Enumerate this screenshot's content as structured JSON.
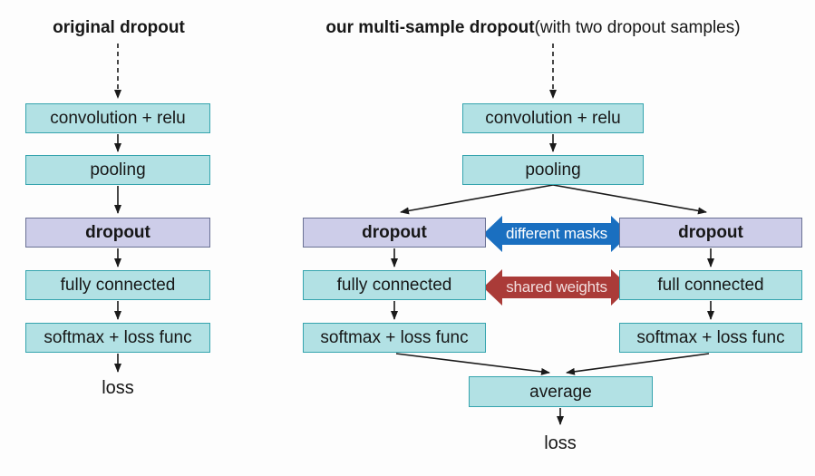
{
  "colors": {
    "teal_fill": "#b2e1e4",
    "teal_border": "#35a4ae",
    "purple_fill": "#cdcde9",
    "purple_border": "#6a7194",
    "blue_arrow": "#1a6fc0",
    "red_arrow": "#aa3b38",
    "text": "#171717"
  },
  "left_panel": {
    "title": "original dropout",
    "boxes": [
      "convolution + relu",
      "pooling",
      "dropout",
      "fully connected",
      "softmax + loss func"
    ],
    "loss": "loss"
  },
  "right_panel": {
    "title_bold": "our multi-sample dropout",
    "title_rest": " (with two dropout samples)",
    "shared_boxes": [
      "convolution + relu",
      "pooling"
    ],
    "left_branch": [
      "dropout",
      "fully connected",
      "softmax + loss func"
    ],
    "right_branch": [
      "dropout",
      "full connected",
      "softmax + loss func"
    ],
    "connector_labels": {
      "different_masks": "different masks",
      "shared_weights": "shared weights"
    },
    "average": "average",
    "loss": "loss"
  }
}
